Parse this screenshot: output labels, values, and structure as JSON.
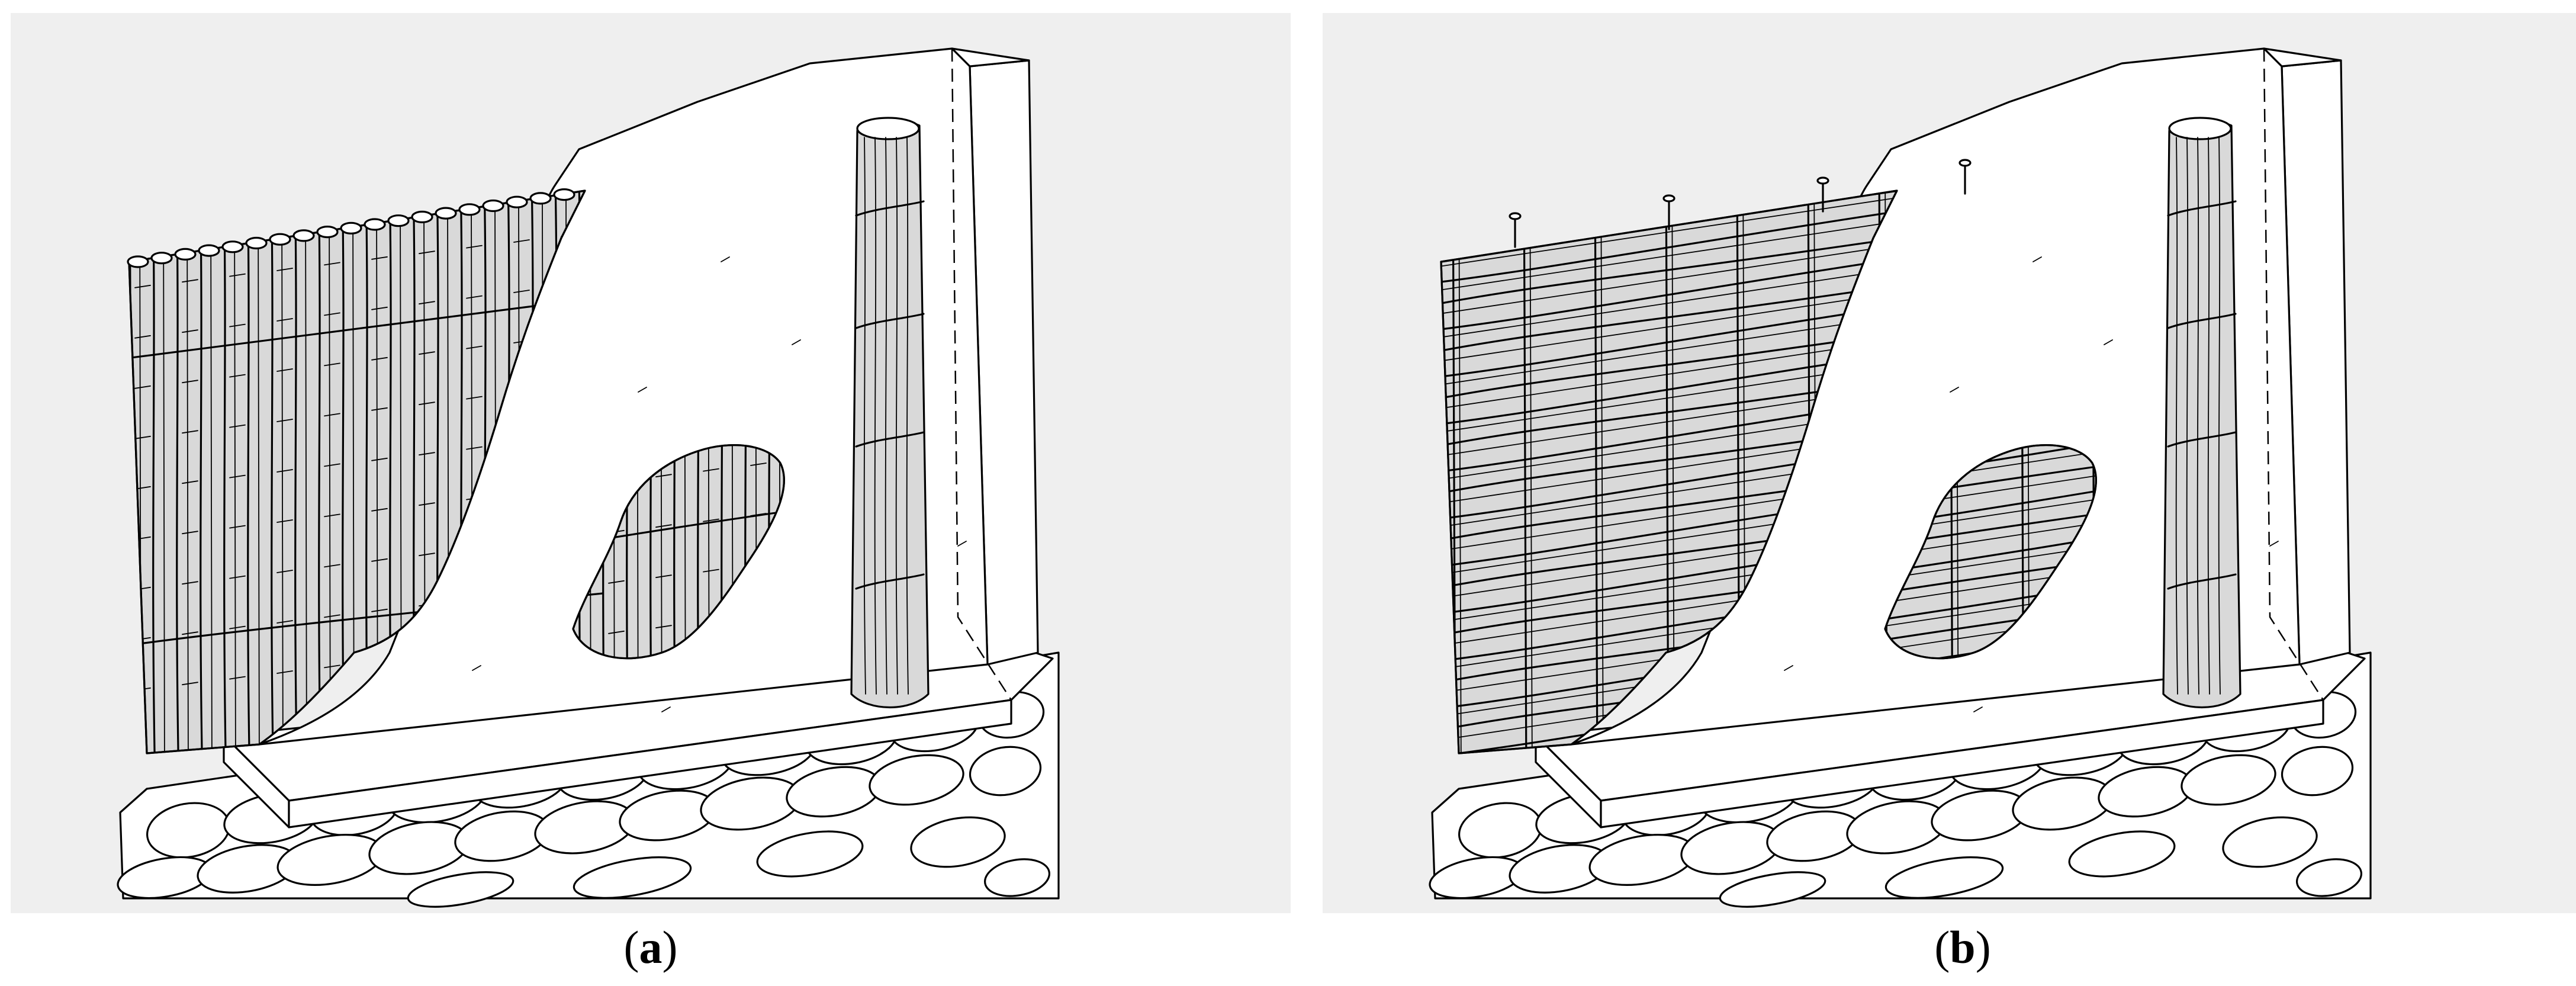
{
  "captions": [
    {
      "open": "(",
      "letter": "a",
      "close": ")"
    },
    {
      "open": "(",
      "letter": "b",
      "close": ")"
    }
  ],
  "colors": {
    "panel_background": "#efefef",
    "core_fill": "#d9d9d9",
    "plaster_fill": "#ffffff",
    "line": "#000000"
  },
  "panels": [
    {
      "core": "vertical-reeds"
    },
    {
      "core": "woven-wattle"
    }
  ]
}
